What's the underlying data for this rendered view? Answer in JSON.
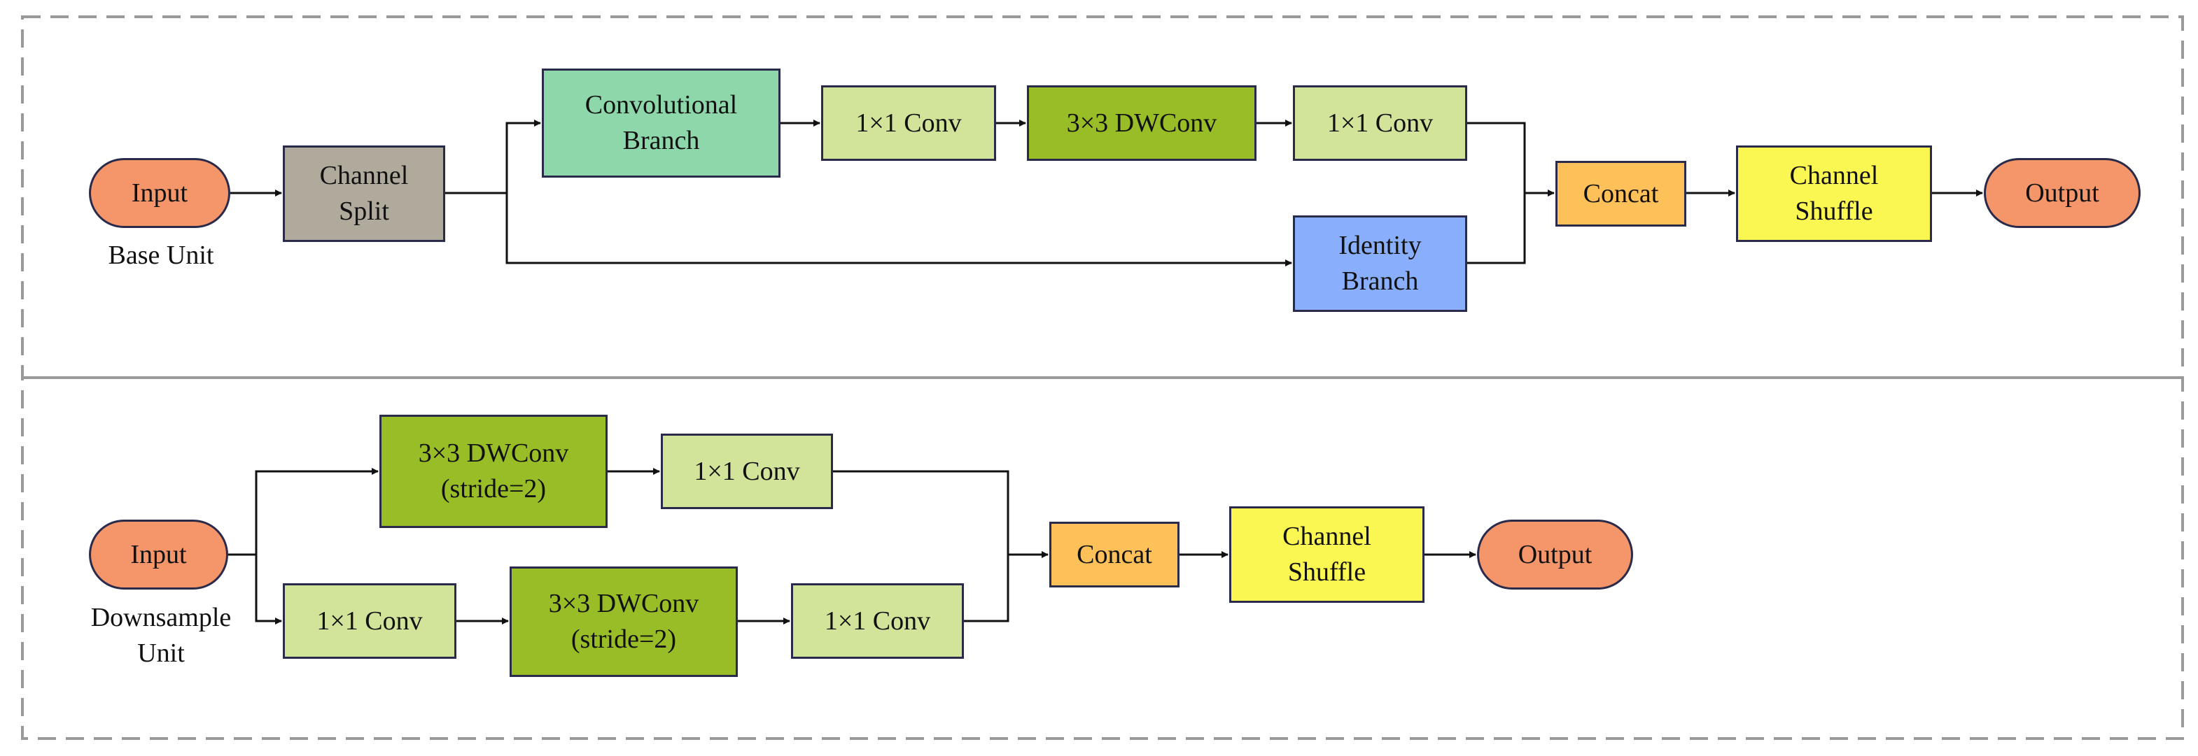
{
  "base_unit": {
    "caption": "Base Unit",
    "input": "Input",
    "channel_split": "Channel\nSplit",
    "convolutional_branch": "Convolutional\nBranch",
    "conv1x1_a": "1×1 Conv",
    "dwconv": "3×3 DWConv",
    "conv1x1_b": "1×1 Conv",
    "identity_branch": "Identity\nBranch",
    "concat": "Concat",
    "channel_shuffle": "Channel\nShuffle",
    "output": "Output"
  },
  "downsample_unit": {
    "caption": "Downsample\nUnit",
    "input": "Input",
    "top_dwconv": "3×3 DWConv\n(stride=2)",
    "top_conv1x1": "1×1 Conv",
    "bottom_conv1x1_a": "1×1 Conv",
    "bottom_dwconv": "3×3 DWConv\n(stride=2)",
    "bottom_conv1x1_b": "1×1 Conv",
    "concat": "Concat",
    "channel_shuffle": "Channel\nShuffle",
    "output": "Output"
  },
  "colors": {
    "terminal": "#f4956a",
    "channel_split": "#afaa9b",
    "convolutional_branch": "#8ed7aa",
    "conv1x1": "#d2e39a",
    "dwconv": "#99bd27",
    "identity_branch": "#89aefb",
    "concat": "#fec059",
    "channel_shuffle": "#fbf752",
    "border": "#2a2a4a",
    "dashed_frame": "#9a9a9a"
  }
}
